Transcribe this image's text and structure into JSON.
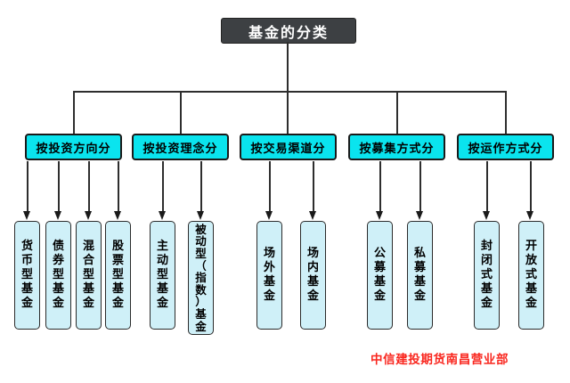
{
  "title": "基金的分类",
  "branches": [
    {
      "label": "按投资方向分",
      "children": [
        "货币型基金",
        "债券型基金",
        "混合型基金",
        "股票型基金"
      ]
    },
    {
      "label": "按投资理念分",
      "children": [
        "主动型基金",
        "被动型（指数）基金"
      ]
    },
    {
      "label": "按交易渠道分",
      "children": [
        "场外基金",
        "场内基金"
      ]
    },
    {
      "label": "按募集方式分",
      "children": [
        "公募基金",
        "私募基金"
      ]
    },
    {
      "label": "按运作方式分",
      "children": [
        "封闭式基金",
        "开放式基金"
      ]
    }
  ],
  "footer": {
    "watermark": "中信建投期货南昌营业部"
  },
  "colors": {
    "root_bg": "#3d4043",
    "branch_bg": "#0ae4ee",
    "leaf_bg": "#cff0f8",
    "line": "#2e2e2e",
    "watermark": "#f9271f"
  }
}
